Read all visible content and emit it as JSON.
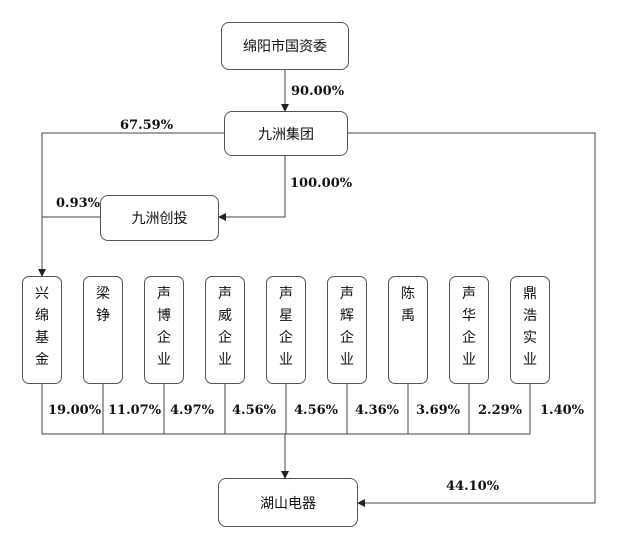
{
  "nodes": {
    "sasac": "绵阳市国资委",
    "jiuzhou_group": "九洲集团",
    "jiuzhou_chuangtou": "九洲创投",
    "hushan": "湖山电器"
  },
  "shareholders": [
    {
      "chars": [
        "兴",
        "绵",
        "基",
        "金"
      ],
      "pct": "19.00%"
    },
    {
      "chars": [
        "梁",
        "铮"
      ],
      "pct": "11.07%"
    },
    {
      "chars": [
        "声",
        "博",
        "企",
        "业"
      ],
      "pct": "4.97%"
    },
    {
      "chars": [
        "声",
        "威",
        "企",
        "业"
      ],
      "pct": "4.56%"
    },
    {
      "chars": [
        "声",
        "星",
        "企",
        "业"
      ],
      "pct": "4.56%"
    },
    {
      "chars": [
        "声",
        "辉",
        "企",
        "业"
      ],
      "pct": "4.36%"
    },
    {
      "chars": [
        "陈",
        "禹"
      ],
      "pct": "3.69%"
    },
    {
      "chars": [
        "声",
        "华",
        "企",
        "业"
      ],
      "pct": "2.29%"
    },
    {
      "chars": [
        "鼎",
        "浩",
        "实",
        "业"
      ],
      "pct": "1.40%"
    }
  ],
  "edges": {
    "sasac_to_group": "90.00%",
    "group_to_xingmian": "67.59%",
    "group_to_chuangtou": "100.00%",
    "chuangtou_to_xingmian": "0.93%",
    "group_to_hushan": "44.10%"
  }
}
